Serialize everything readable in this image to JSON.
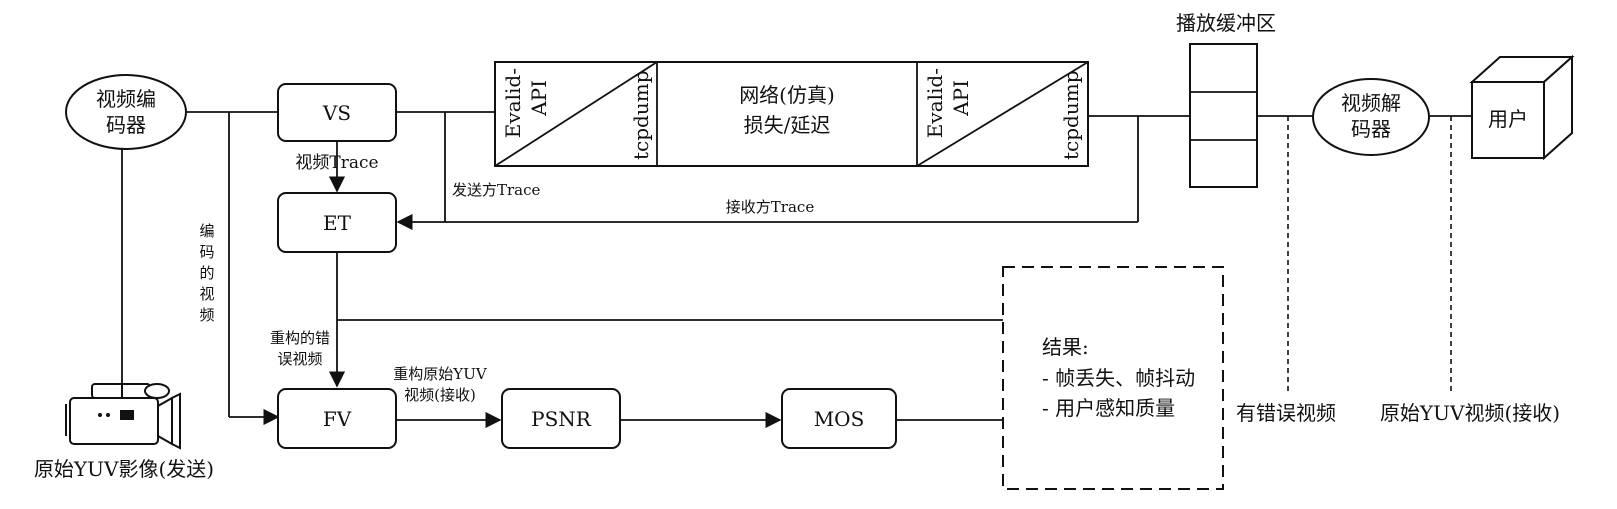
{
  "nodes": {
    "video_encoder": [
      "视频编",
      "码器"
    ],
    "vs": "VS",
    "et": "ET",
    "fv": "FV",
    "psnr": "PSNR",
    "mos": "MOS",
    "network": [
      "网络(仿真)",
      "损失/延迟"
    ],
    "evalid_sender": [
      "Evalid-",
      "API"
    ],
    "tcpdump_sender": "tcpdump",
    "evalid_receiver": [
      "Evalid-",
      "API"
    ],
    "tcpdump_receiver": "tcpdump",
    "playback_buffer": "播放缓冲区",
    "video_decoder": [
      "视频解",
      "码器"
    ],
    "user": "用户",
    "camera_caption": "原始YUV影像(发送)"
  },
  "labels": {
    "video_trace": "视频Trace",
    "sender_trace": "发送方Trace",
    "receiver_trace": "接收方Trace",
    "encoded_video": [
      "编",
      "码",
      "的",
      "视",
      "频"
    ],
    "reconstructed_error_video": [
      "重构的错",
      "误视频"
    ],
    "reconstructed_yuv": [
      "重构原始YUV",
      "视频(接收)"
    ],
    "error_video": "有错误视频",
    "original_yuv_receive": "原始YUV视频(接收)"
  },
  "results": {
    "title": "结果:",
    "items": [
      "- 帧丢失、帧抖动",
      "- 用户感知质量"
    ]
  }
}
